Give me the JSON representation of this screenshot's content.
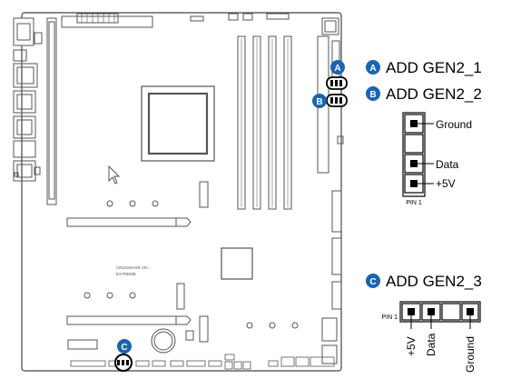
{
  "labels": {
    "a": {
      "badge": "A",
      "text": "ADD GEN2_1"
    },
    "b": {
      "badge": "B",
      "text": "ADD GEN2_2"
    },
    "c": {
      "badge": "C",
      "text": "ADD GEN2_3"
    }
  },
  "board_text": {
    "line1": "CROSSHAIR VIII",
    "line2": "EXTREME"
  },
  "pinout_vertical": {
    "pins": [
      "Ground",
      "",
      "Data",
      "+5V"
    ],
    "pin1_label": "PIN 1"
  },
  "pinout_horizontal": {
    "pin1_label": "PIN 1",
    "pins": [
      "+5V",
      "Data",
      "",
      "Ground"
    ]
  },
  "colors": {
    "badge": "#1b64b0",
    "board_line": "#555555"
  }
}
